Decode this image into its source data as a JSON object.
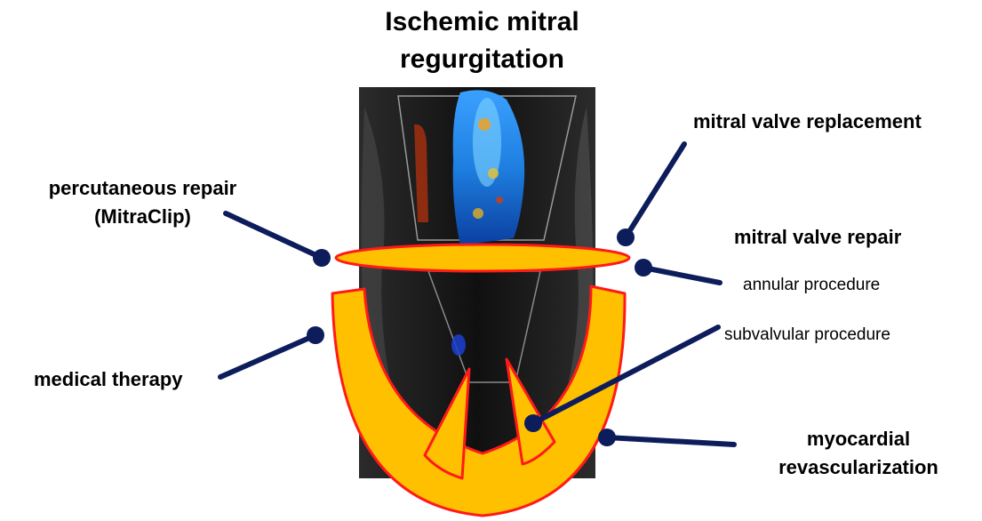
{
  "title": {
    "line1": "Ischemic mitral",
    "line2": "regurgitation"
  },
  "labels": {
    "percutaneous_line1": "percutaneous repair",
    "percutaneous_line2": "(MitraClip)",
    "medical_therapy": "medical therapy",
    "valve_replacement": "mitral valve replacement",
    "valve_repair": "mitral valve repair",
    "annular_procedure": "annular procedure",
    "subvalvular_procedure": "subvalvular procedure",
    "myocardial_line1": "myocardial",
    "myocardial_line2": "revascularization"
  },
  "colors": {
    "heart_fill": "#ffc000",
    "heart_outline": "#ff1a1a",
    "pointer": "#0d1d5c",
    "echo_background": "#141414",
    "doppler_jet": "#1e7fe0"
  }
}
